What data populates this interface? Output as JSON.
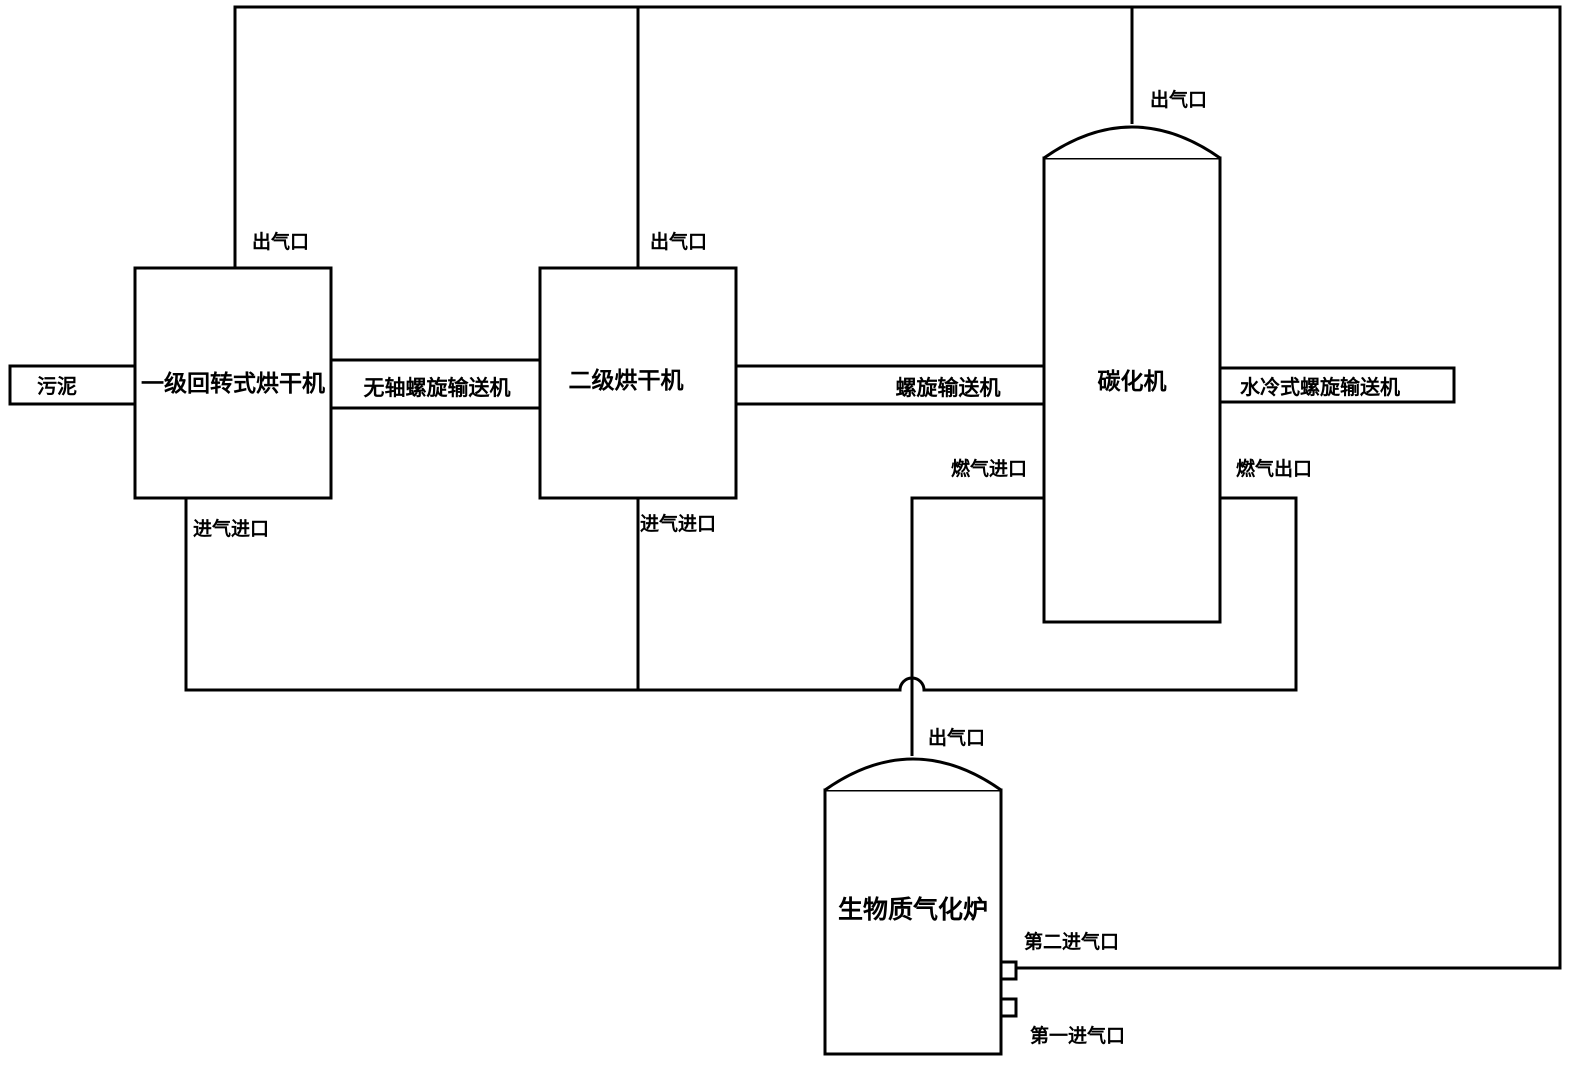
{
  "colors": {
    "stroke": "#000000",
    "background": "#ffffff"
  },
  "units": {
    "dryer1": "一级回转式烘干机",
    "dryer2": "二级烘干机",
    "carbonizer": "碳化机",
    "gasifier": "生物质气化炉"
  },
  "conveyors": {
    "feed": "污泥",
    "shaftless_screw": "无轴螺旋输送机",
    "screw": "螺旋输送机",
    "water_cooled_screw": "水冷式螺旋输送机"
  },
  "ports": {
    "dryer1_outlet": "出气口",
    "dryer1_inlet": "进气进口",
    "dryer2_outlet": "出气口",
    "dryer2_inlet": "进气进口",
    "carbonizer_outlet": "出气口",
    "carbonizer_gas_inlet": "燃气进口",
    "carbonizer_gas_outlet": "燃气出口",
    "gasifier_outlet": "出气口",
    "gasifier_second_inlet": "第二进气口",
    "gasifier_first_inlet": "第一进气口"
  }
}
